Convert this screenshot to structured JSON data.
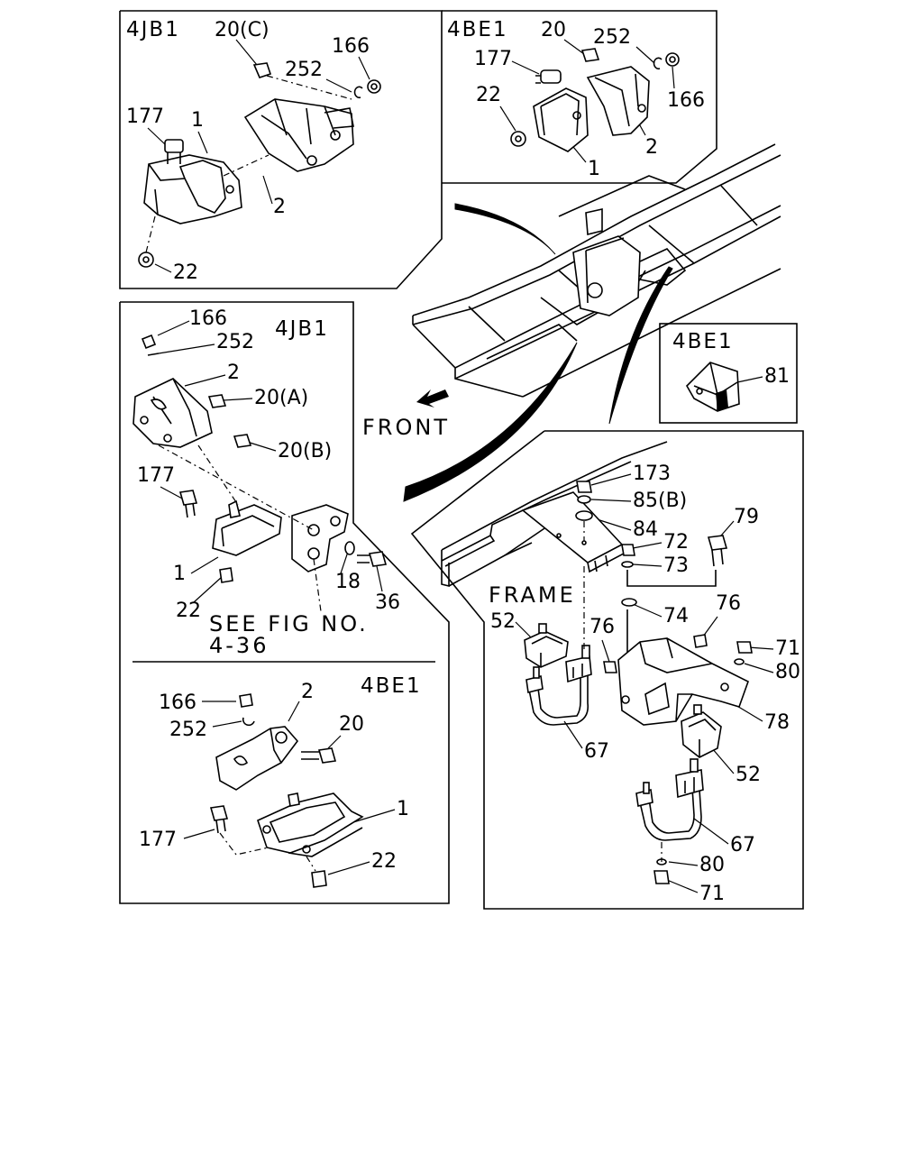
{
  "panels": {
    "top_left": {
      "header": "4JB1",
      "labels": {
        "p20c": "20(C)",
        "p166": "166",
        "p252": "252",
        "p177": "177",
        "p1": "1",
        "p2": "2",
        "p22": "22"
      }
    },
    "top_right": {
      "header": "4BE1",
      "labels": {
        "p20": "20",
        "p252": "252",
        "p177": "177",
        "p166": "166",
        "p22": "22",
        "p2": "2",
        "p1": "1"
      }
    },
    "mid_left": {
      "header": "4JB1",
      "labels": {
        "p166": "166",
        "p252": "252",
        "p2": "2",
        "p20a": "20(A)",
        "p20b": "20(B)",
        "p177": "177",
        "p1": "1",
        "p18": "18",
        "p36": "36",
        "p22": "22"
      },
      "note_line1": "SEE FIG NO.",
      "note_line2": "4-36"
    },
    "bottom_left": {
      "header": "4BE1",
      "labels": {
        "p166": "166",
        "p2": "2",
        "p252": "252",
        "p20": "20",
        "p1": "1",
        "p177": "177",
        "p22": "22"
      }
    },
    "small_box": {
      "header": "4BE1",
      "labels": {
        "p81": "81"
      }
    },
    "bottom_right": {
      "frame_label": "FRAME",
      "labels": {
        "p173": "173",
        "p85b": "85(B)",
        "p84": "84",
        "p79": "79",
        "p72": "72",
        "p73": "73",
        "p74": "74",
        "p76a": "76",
        "p76b": "76",
        "p52a": "52",
        "p71a": "71",
        "p80a": "80",
        "p78": "78",
        "p52b": "52",
        "p67a": "67",
        "p67b": "67",
        "p80b": "80",
        "p71b": "71"
      }
    }
  },
  "front_label": "FRONT"
}
